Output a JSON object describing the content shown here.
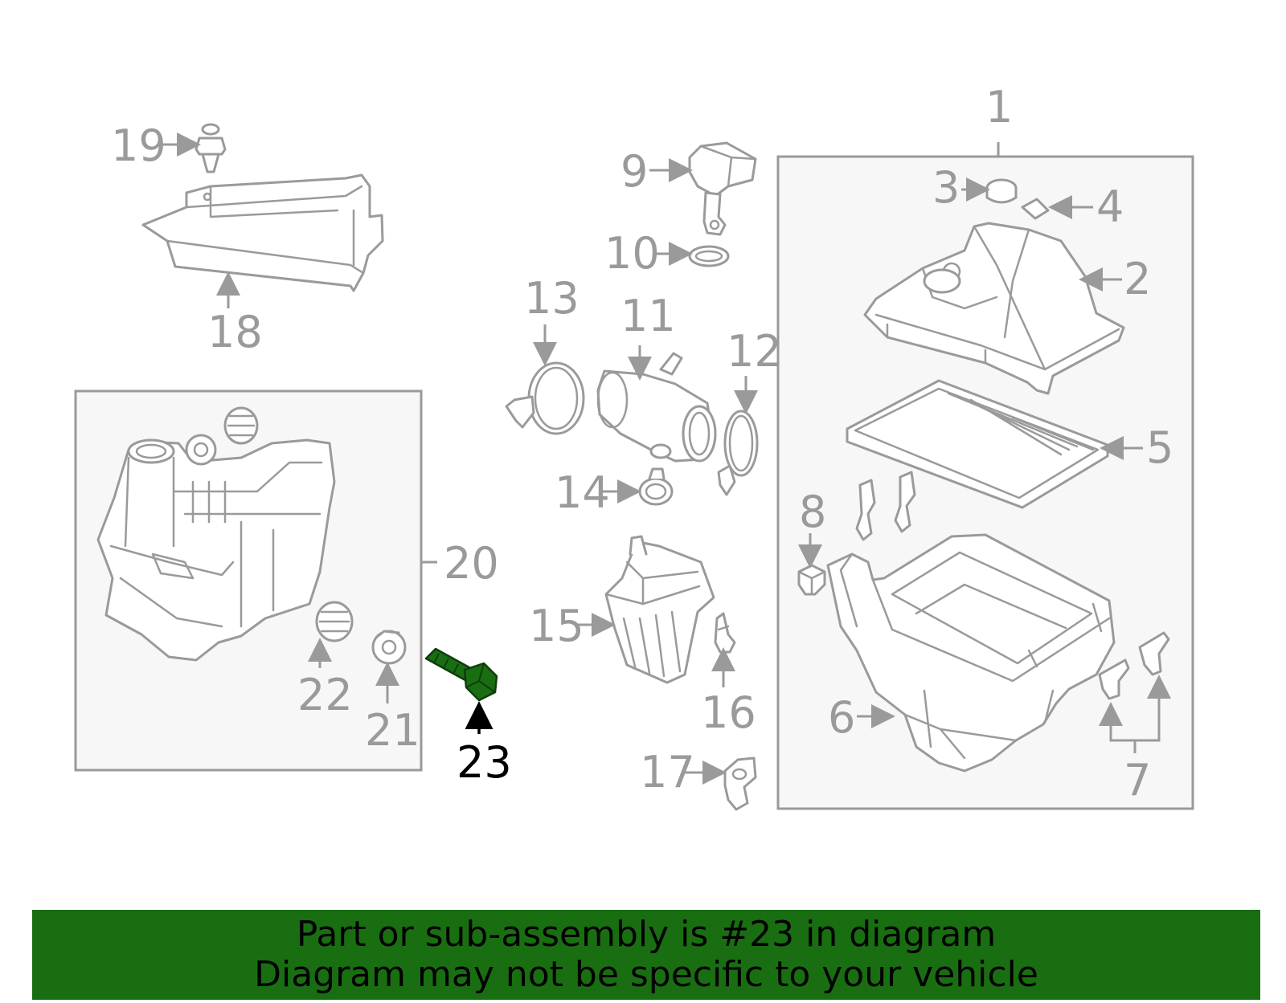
{
  "callouts": {
    "n1": "1",
    "n2": "2",
    "n3": "3",
    "n4": "4",
    "n5": "5",
    "n6": "6",
    "n7": "7",
    "n8": "8",
    "n9": "9",
    "n10": "10",
    "n11": "11",
    "n12": "12",
    "n13": "13",
    "n14": "14",
    "n15": "15",
    "n16": "16",
    "n17": "17",
    "n18": "18",
    "n19": "19",
    "n20": "20",
    "n21": "21",
    "n22": "22",
    "n23": "23"
  },
  "highlight": {
    "part_number": "23",
    "color": "#1a6e12"
  },
  "banner": {
    "line1": "Part or sub-assembly is #23 in diagram",
    "line2": "Diagram may not be specific to your vehicle",
    "background": "#1a6e12"
  }
}
